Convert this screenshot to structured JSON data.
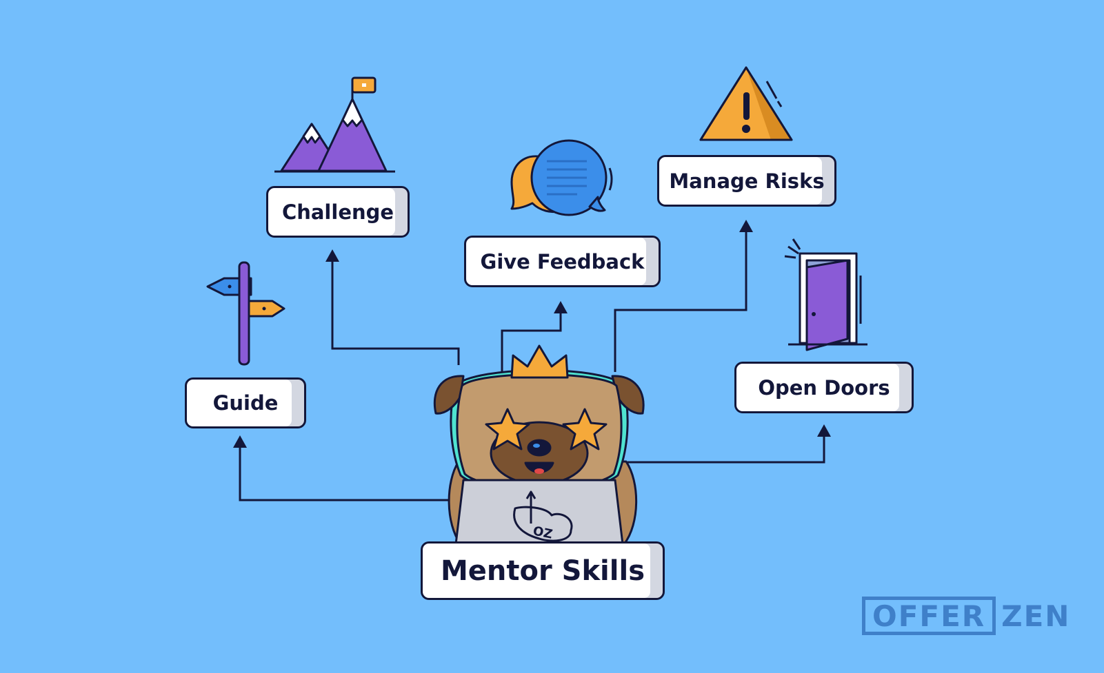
{
  "diagram": {
    "center_label": "Mentor Skills",
    "skills": [
      {
        "label": "Guide",
        "icon": "signpost-icon"
      },
      {
        "label": "Challenge",
        "icon": "mountain-flag-icon"
      },
      {
        "label": "Give Feedback",
        "icon": "speech-bubbles-icon"
      },
      {
        "label": "Manage Risks",
        "icon": "warning-triangle-icon"
      },
      {
        "label": "Open Doors",
        "icon": "open-door-icon"
      }
    ],
    "mascot": {
      "icon": "pug-mascot-laptop-icon",
      "laptop_logo": "OZ"
    }
  },
  "brand": {
    "left": "OFFER",
    "right": "ZEN"
  },
  "colors": {
    "background": "#73BEFC",
    "outline": "#13173A",
    "purple": "#8A5BD6",
    "orange": "#F5A93A",
    "blue": "#3B8EEA",
    "brand": "#3F80C9"
  }
}
